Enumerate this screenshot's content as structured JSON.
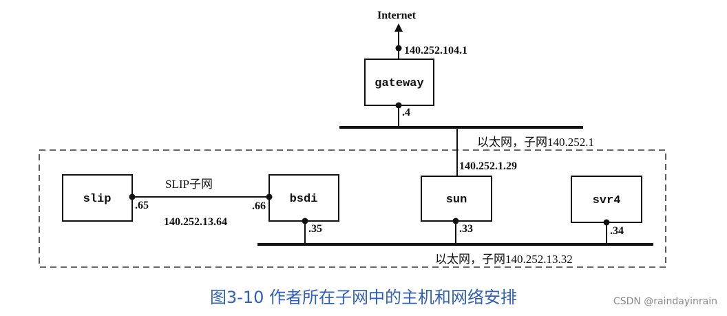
{
  "diagram": {
    "internet_label": "Internet",
    "gateway": {
      "name": "gateway",
      "uplink_ip": "140.252.104.1",
      "lan_port": ".4"
    },
    "ethernet_top_label": "以太网，子网140.252.1",
    "sun_uplink_ip": "140.252.1.29",
    "slip_link": {
      "label": "SLIP子网",
      "subnet": "140.252.13.64"
    },
    "hosts": {
      "slip": {
        "name": "slip",
        "port": ".65"
      },
      "bsdi": {
        "name": "bsdi",
        "slip_port": ".66",
        "lan_port": ".35"
      },
      "sun": {
        "name": "sun",
        "lan_port": ".33"
      },
      "svr4": {
        "name": "svr4",
        "lan_port": ".34"
      }
    },
    "ethernet_bottom_label": "以太网，子网140.252.13.32"
  },
  "caption": "图3-10 作者所在子网中的主机和网络安排",
  "credit": "CSDN @raindayinrain"
}
